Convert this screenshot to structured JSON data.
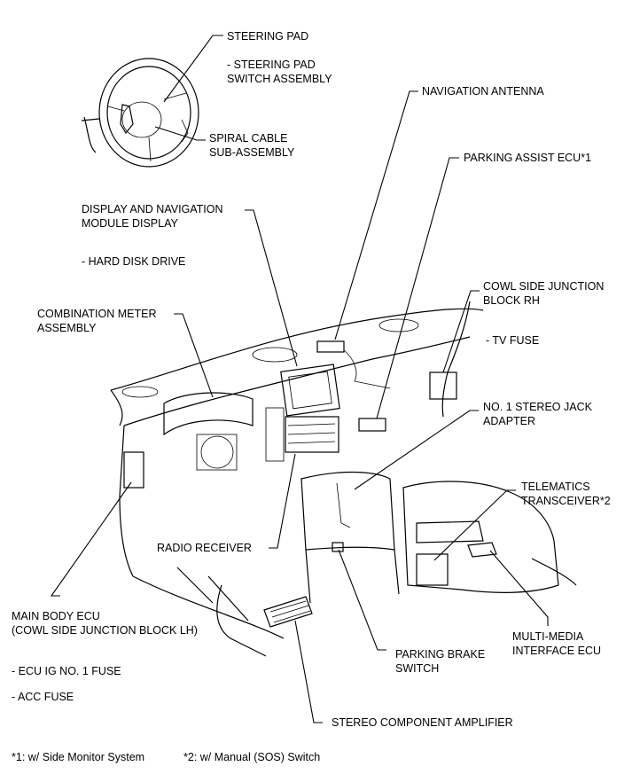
{
  "labels": {
    "steering_pad": "STEERING PAD",
    "steering_pad_switch": "- STEERING PAD\nSWITCH ASSEMBLY",
    "spiral_cable": "SPIRAL CABLE\nSUB-ASSEMBLY",
    "navigation_antenna": "NAVIGATION ANTENNA",
    "parking_assist_ecu": "PARKING ASSIST ECU*1",
    "display_navigation": "DISPLAY AND NAVIGATION\nMODULE DISPLAY",
    "hard_disk_drive": "- HARD DISK DRIVE",
    "cowl_side_jb_rh": "COWL SIDE JUNCTION\nBLOCK RH",
    "tv_fuse": "- TV FUSE",
    "combination_meter": "COMBINATION METER\nASSEMBLY",
    "stereo_jack_adapter": "NO. 1 STEREO JACK\nADAPTER",
    "telematics_transceiver": "TELEMATICS\nTRANSCEIVER*2",
    "radio_receiver": "RADIO RECEIVER",
    "main_body_ecu": "MAIN BODY ECU\n(COWL SIDE JUNCTION BLOCK LH)",
    "ecu_ig_fuse": "- ECU IG NO. 1 FUSE",
    "acc_fuse": "- ACC FUSE",
    "multimedia_interface_ecu": "MULTI-MEDIA\nINTERFACE ECU",
    "parking_brake_switch": "PARKING BRAKE\nSWITCH",
    "stereo_component_amplifier": "STEREO COMPONENT AMPLIFIER"
  },
  "footnotes": {
    "note1": "*1: w/ Side Monitor System",
    "note2": "*2: w/ Manual (SOS) Switch"
  }
}
